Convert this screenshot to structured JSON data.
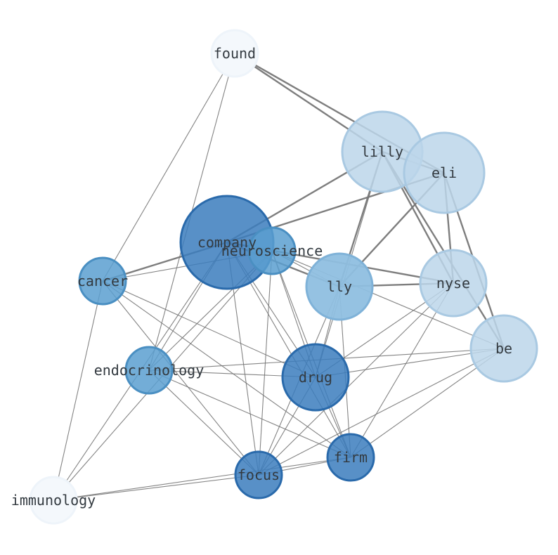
{
  "colors": {
    "edge": "#777777",
    "node_dark": "#3b7dbd",
    "node_mid": "#5b9fd0",
    "node_light": "#8fbfe0",
    "node_pale": "#bcd6ea",
    "node_faint": "#f4f8fc",
    "label": "#333a40"
  },
  "graph": {
    "nodes": [
      {
        "id": "found",
        "label": "found",
        "weight": "faint",
        "rank": 1
      },
      {
        "id": "lilly",
        "label": "lilly",
        "weight": "pale",
        "rank": 5
      },
      {
        "id": "eli",
        "label": "eli",
        "weight": "pale",
        "rank": 5
      },
      {
        "id": "company",
        "label": "company",
        "weight": "dark",
        "rank": 9
      },
      {
        "id": "neuroscience",
        "label": "neuroscience",
        "weight": "mid",
        "rank": 3
      },
      {
        "id": "cancer",
        "label": "cancer",
        "weight": "mid",
        "rank": 3
      },
      {
        "id": "lly",
        "label": "lly",
        "weight": "light",
        "rank": 4
      },
      {
        "id": "nyse",
        "label": "nyse",
        "weight": "pale",
        "rank": 4
      },
      {
        "id": "be",
        "label": "be",
        "weight": "pale",
        "rank": 4
      },
      {
        "id": "endocrinology",
        "label": "endocrinology",
        "weight": "mid",
        "rank": 3
      },
      {
        "id": "drug",
        "label": "drug",
        "weight": "dark",
        "rank": 5
      },
      {
        "id": "firm",
        "label": "firm",
        "weight": "dark",
        "rank": 3
      },
      {
        "id": "focus",
        "label": "focus",
        "weight": "dark",
        "rank": 3
      },
      {
        "id": "immunology",
        "label": "immunology",
        "weight": "faint",
        "rank": 1
      }
    ],
    "edges": [
      {
        "source": "found",
        "target": "lilly",
        "weight": "heavy"
      },
      {
        "source": "found",
        "target": "eli",
        "weight": "heavy"
      },
      {
        "source": "found",
        "target": "cancer",
        "weight": "light"
      },
      {
        "source": "found",
        "target": "endocrinology",
        "weight": "light"
      },
      {
        "source": "lilly",
        "target": "eli",
        "weight": "heavy"
      },
      {
        "source": "lilly",
        "target": "company",
        "weight": "heavy"
      },
      {
        "source": "lilly",
        "target": "lly",
        "weight": "heavy"
      },
      {
        "source": "lilly",
        "target": "nyse",
        "weight": "heavy"
      },
      {
        "source": "lilly",
        "target": "be",
        "weight": "heavy"
      },
      {
        "source": "lilly",
        "target": "drug",
        "weight": "light"
      },
      {
        "source": "eli",
        "target": "company",
        "weight": "heavy"
      },
      {
        "source": "eli",
        "target": "lly",
        "weight": "heavy"
      },
      {
        "source": "eli",
        "target": "nyse",
        "weight": "heavy"
      },
      {
        "source": "eli",
        "target": "be",
        "weight": "heavy"
      },
      {
        "source": "company",
        "target": "cancer",
        "weight": "heavy"
      },
      {
        "source": "company",
        "target": "neuroscience",
        "weight": "heavy"
      },
      {
        "source": "company",
        "target": "lly",
        "weight": "heavy"
      },
      {
        "source": "company",
        "target": "nyse",
        "weight": "heavy"
      },
      {
        "source": "company",
        "target": "drug",
        "weight": "light"
      },
      {
        "source": "company",
        "target": "focus",
        "weight": "light"
      },
      {
        "source": "company",
        "target": "firm",
        "weight": "light"
      },
      {
        "source": "company",
        "target": "endocrinology",
        "weight": "light"
      },
      {
        "source": "company",
        "target": "immunology",
        "weight": "light"
      },
      {
        "source": "neuroscience",
        "target": "cancer",
        "weight": "light"
      },
      {
        "source": "neuroscience",
        "target": "lly",
        "weight": "light"
      },
      {
        "source": "neuroscience",
        "target": "be",
        "weight": "light"
      },
      {
        "source": "neuroscience",
        "target": "drug",
        "weight": "light"
      },
      {
        "source": "neuroscience",
        "target": "firm",
        "weight": "light"
      },
      {
        "source": "neuroscience",
        "target": "focus",
        "weight": "light"
      },
      {
        "source": "neuroscience",
        "target": "endocrinology",
        "weight": "light"
      },
      {
        "source": "neuroscience",
        "target": "immunology",
        "weight": "light"
      },
      {
        "source": "lly",
        "target": "nyse",
        "weight": "heavy"
      },
      {
        "source": "lly",
        "target": "drug",
        "weight": "light"
      },
      {
        "source": "lly",
        "target": "firm",
        "weight": "light"
      },
      {
        "source": "lly",
        "target": "focus",
        "weight": "light"
      },
      {
        "source": "nyse",
        "target": "drug",
        "weight": "light"
      },
      {
        "source": "nyse",
        "target": "firm",
        "weight": "light"
      },
      {
        "source": "nyse",
        "target": "focus",
        "weight": "light"
      },
      {
        "source": "be",
        "target": "drug",
        "weight": "light"
      },
      {
        "source": "be",
        "target": "firm",
        "weight": "light"
      },
      {
        "source": "be",
        "target": "focus",
        "weight": "light"
      },
      {
        "source": "be",
        "target": "endocrinology",
        "weight": "light"
      },
      {
        "source": "cancer",
        "target": "drug",
        "weight": "light"
      },
      {
        "source": "cancer",
        "target": "firm",
        "weight": "light"
      },
      {
        "source": "cancer",
        "target": "focus",
        "weight": "light"
      },
      {
        "source": "cancer",
        "target": "immunology",
        "weight": "light"
      },
      {
        "source": "endocrinology",
        "target": "drug",
        "weight": "light"
      },
      {
        "source": "endocrinology",
        "target": "firm",
        "weight": "light"
      },
      {
        "source": "endocrinology",
        "target": "focus",
        "weight": "light"
      },
      {
        "source": "drug",
        "target": "firm",
        "weight": "light"
      },
      {
        "source": "drug",
        "target": "focus",
        "weight": "light"
      },
      {
        "source": "firm",
        "target": "focus",
        "weight": "light"
      },
      {
        "source": "focus",
        "target": "immunology",
        "weight": "light"
      },
      {
        "source": "firm",
        "target": "immunology",
        "weight": "light"
      }
    ]
  }
}
